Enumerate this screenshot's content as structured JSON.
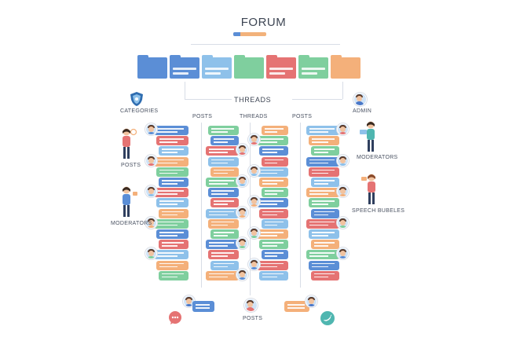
{
  "header": {
    "title": "FORUM"
  },
  "center_label": "THREADS",
  "column_headers": [
    "POSTS",
    "THREADS",
    "POSTS"
  ],
  "side_labels": {
    "categories": "CATEGORIES",
    "admin": "ADMIN",
    "posts_left": "POSTS",
    "moderators_left": "MODERATORS",
    "moderators_right": "MODERATORS",
    "speech_bubbles": "SPEECH BUBELES"
  },
  "footer_label": "POSTS",
  "colors": {
    "blue": "#5b8ed6",
    "light_blue": "#8ec1ea",
    "green": "#7fcf9e",
    "red": "#e57373",
    "orange": "#f4b07a",
    "teal": "#4fb6b0"
  },
  "folders": [
    {
      "color": "#5b8ed6",
      "lines": 0
    },
    {
      "color": "#5b8ed6",
      "lines": 2
    },
    {
      "color": "#8ec1ea",
      "lines": 2
    },
    {
      "color": "#7fcf9e",
      "lines": 0
    },
    {
      "color": "#e57373",
      "lines": 2
    },
    {
      "color": "#7fcf9e",
      "lines": 2
    },
    {
      "color": "#f4b07a",
      "lines": 0
    }
  ],
  "icons": [
    "shield-icon",
    "chat-icon",
    "twitter-bird-icon",
    "person-icon"
  ]
}
